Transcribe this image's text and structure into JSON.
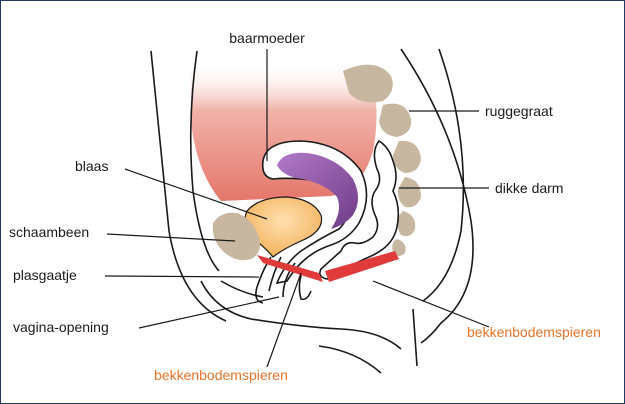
{
  "labels": {
    "baarmoeder": "baarmoeder",
    "ruggegraat": "ruggegraat",
    "blaas": "blaas",
    "dikke_darm": "dikke darm",
    "schaambeen": "schaambeen",
    "plasgaatje": "plasgaatje",
    "vagina_opening": "vagina-opening",
    "bekkenbodemspieren_right": "bekkenbodemspieren",
    "bekkenbodemspieren_bottom": "bekkenbodemspieren"
  },
  "colors": {
    "frame_border": "#1f3a5f",
    "outline": "#1a1a1a",
    "uterus_glow": "#e98a80",
    "uterus_body": "#8b4a9e",
    "bladder": "#f3b563",
    "bone": "#c8b7a0",
    "muscle": "#e03a3a",
    "accent_label": "#e8732a"
  }
}
